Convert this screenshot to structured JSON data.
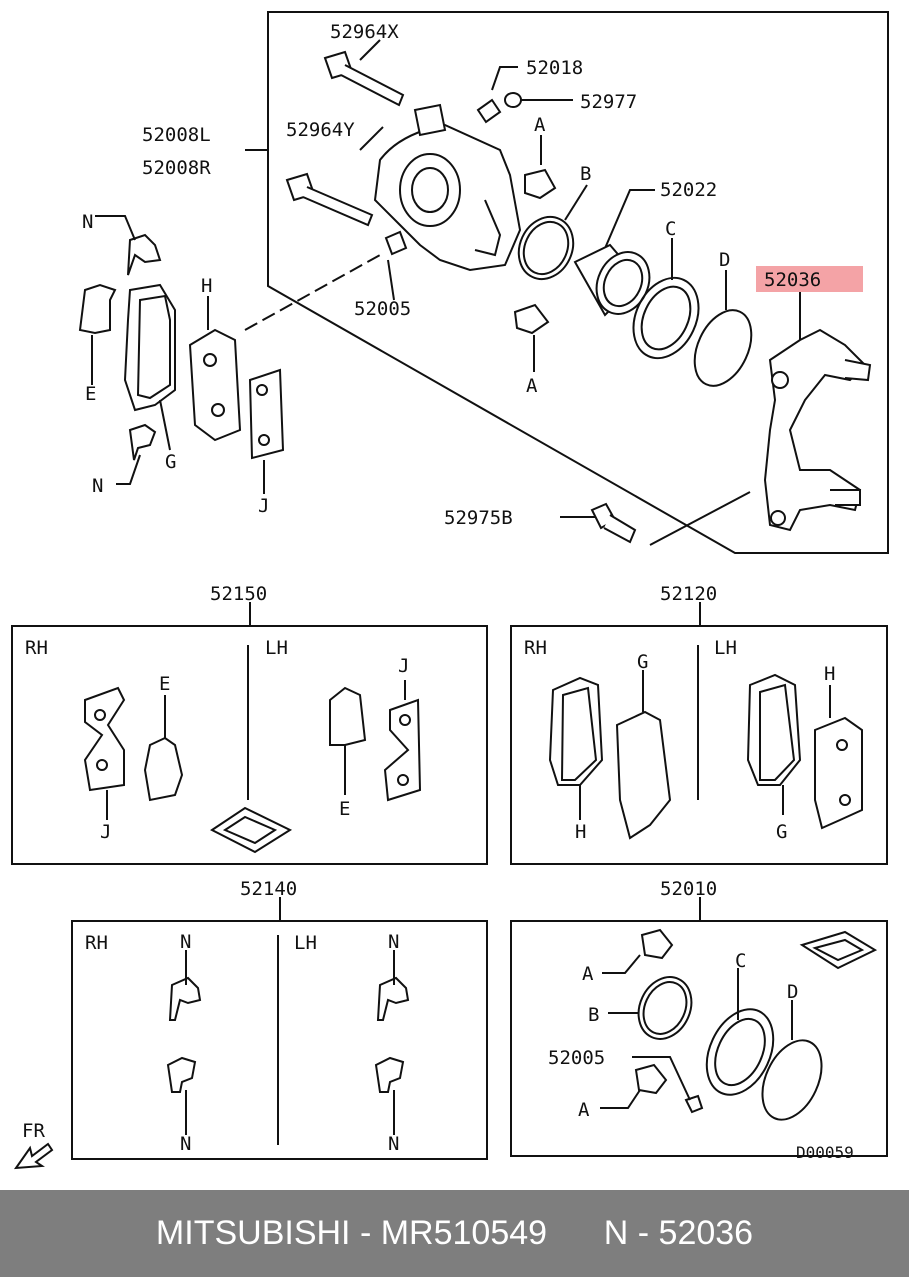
{
  "labels": {
    "p52964X": "52964X",
    "p52018": "52018",
    "p52977": "52977",
    "p52008L": "52008L",
    "p52008R": "52008R",
    "p52964Y": "52964Y",
    "p52022": "52022",
    "p52036": "52036",
    "p52005": "52005",
    "p52975B": "52975B",
    "A": "A",
    "B": "B",
    "C": "C",
    "D": "D",
    "E": "E",
    "G": "G",
    "H": "H",
    "J": "J",
    "N": "N"
  },
  "kits": {
    "k52150": {
      "number": "52150",
      "rh": "RH",
      "lh": "LH"
    },
    "k52120": {
      "number": "52120",
      "rh": "RH",
      "lh": "LH"
    },
    "k52140": {
      "number": "52140",
      "rh": "RH",
      "lh": "LH"
    },
    "k52010": {
      "number": "52010"
    }
  },
  "fr_label": "FR",
  "diagram_code": "D00059",
  "highlight_color": "#f4a3a6",
  "footer": {
    "brand": "MITSUBISHI",
    "sep1": " - ",
    "part_number": "MR510549",
    "gap": "      ",
    "ref_prefix": "N",
    "sep2": " - ",
    "ref_number": "52036"
  }
}
